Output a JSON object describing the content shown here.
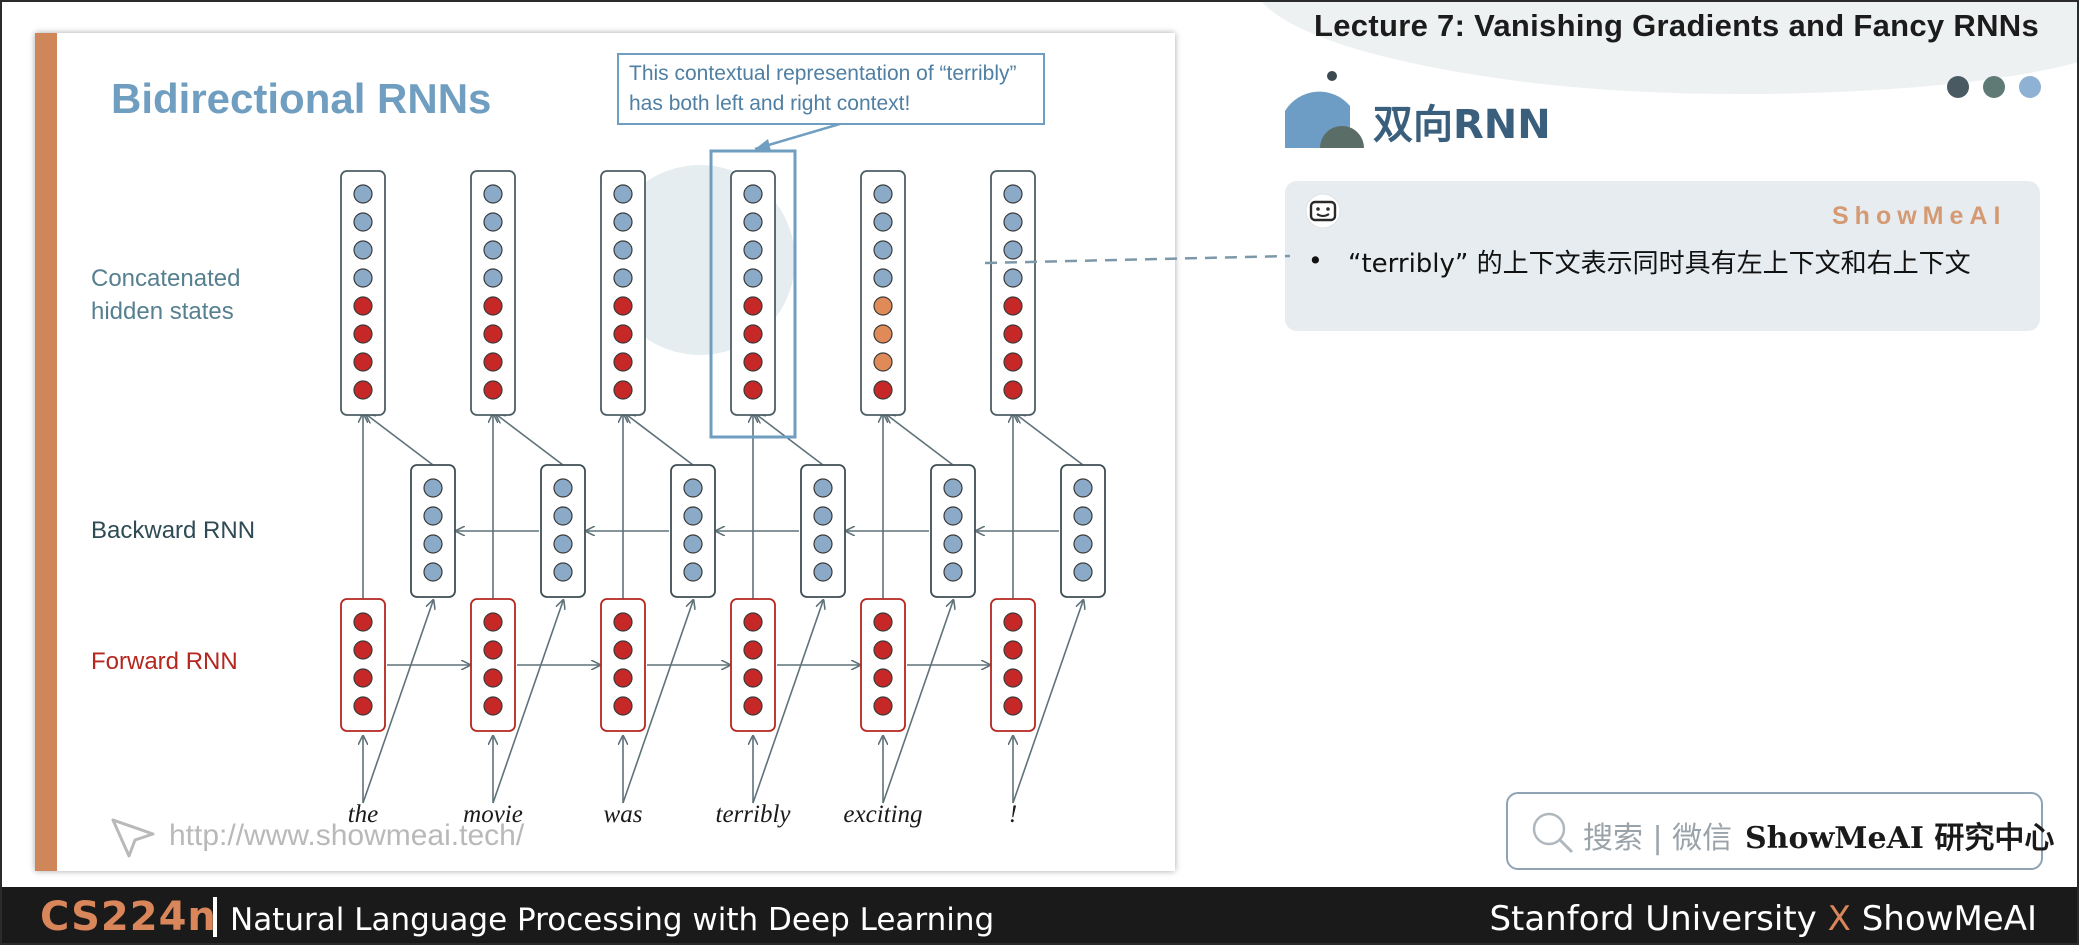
{
  "header": {
    "lecture_title": "Lecture 7: Vanishing Gradients and Fancy RNNs",
    "section_title": "双向RNN",
    "dot_colors": [
      "#4a5a63",
      "#5f7a75",
      "#8fb1d3"
    ]
  },
  "note": {
    "brand": "ShowMeAI",
    "bullet": "•",
    "text": "“terribly” 的上下文表示同时具有左上下文和右上下文",
    "icon": "robot-icon"
  },
  "search": {
    "icon": "search-icon",
    "label": "搜索 | 微信",
    "brand": "ShowMeAI 研究中心"
  },
  "footer": {
    "course": "CS224n",
    "subtitle": "Natural Language Processing with Deep Learning",
    "right_prefix": "Stanford University ",
    "right_x": "X",
    "right_suffix": " ShowMeAI"
  },
  "slide": {
    "title": "Bidirectional RNNs",
    "callout": "This contextual representation of “terribly” has both left and right context!",
    "label_concat": "Concatenated hidden states",
    "label_backward": "Backward RNN",
    "label_forward": "Forward RNN",
    "url": "http://www.showmeai.tech/",
    "words": [
      "the",
      "movie",
      "was",
      "terribly",
      "exciting",
      "!"
    ],
    "highlighted_word": "terribly",
    "colors": {
      "forward": "#c62828",
      "backward": "#8aaac8",
      "accent_bar": "#cf875a",
      "title": "#6f9ec0"
    }
  }
}
